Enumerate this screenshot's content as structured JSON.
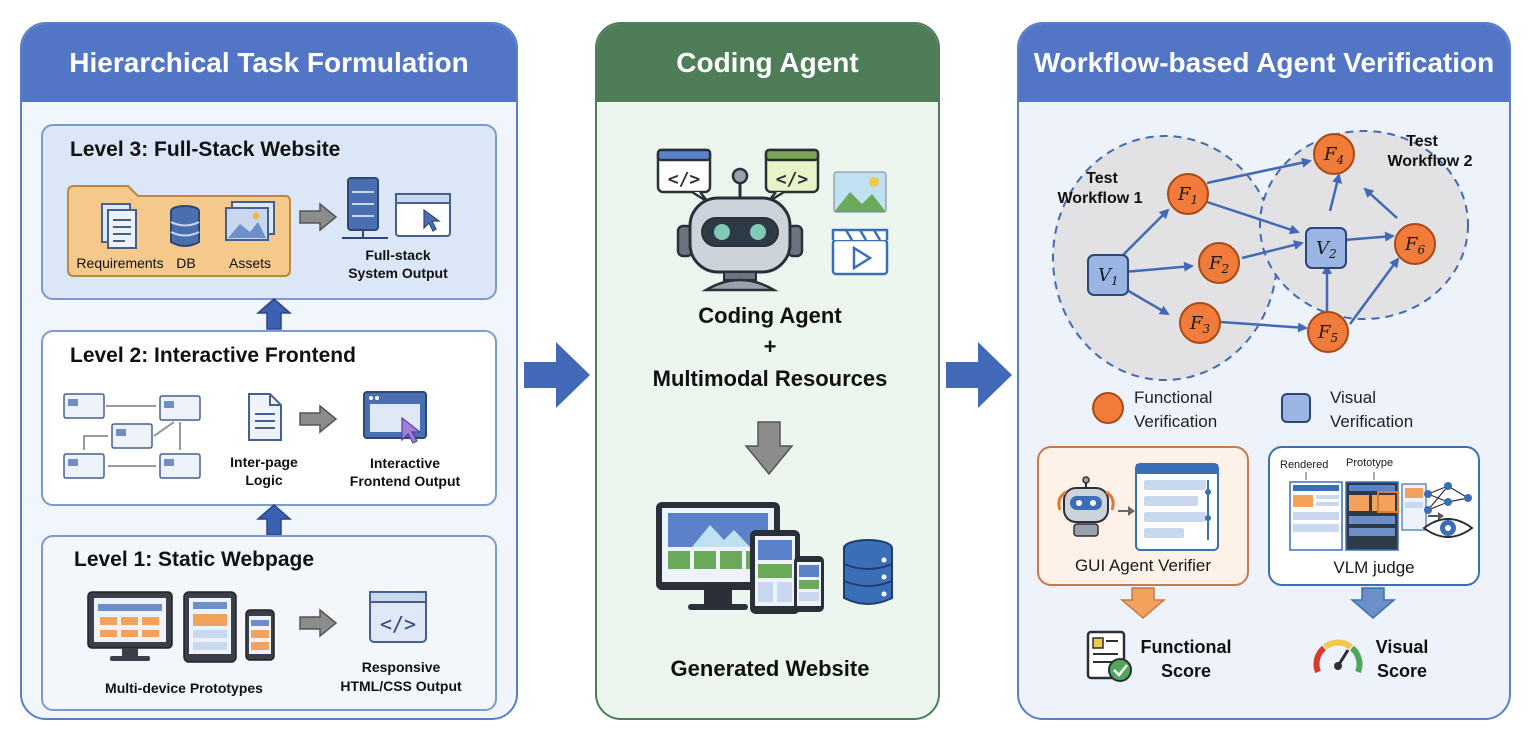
{
  "left_panel": {
    "title": "Hierarchical Task Formulation",
    "level3": {
      "title": "Level 3: Full-Stack Website",
      "inputs": [
        "Requirements",
        "DB",
        "Assets"
      ],
      "output_line1": "Full-stack",
      "output_line2": "System Output"
    },
    "level2": {
      "title": "Level 2: Interactive Frontend",
      "logic_line1": "Inter-page",
      "logic_line2": "Logic",
      "output_line1": "Interactive",
      "output_line2": "Frontend Output"
    },
    "level1": {
      "title": "Level 1: Static Webpage",
      "input": "Multi-device Prototypes",
      "output_line1": "Responsive",
      "output_line2": "HTML/CSS Output"
    }
  },
  "middle_panel": {
    "title": "Coding Agent",
    "agent_label": "Coding Agent",
    "plus": "+",
    "resources_label": "Multimodal Resources",
    "output_label": "Generated Website"
  },
  "right_panel": {
    "title": "Workflow-based Agent Verification",
    "workflow1_line1": "Test",
    "workflow1_line2": "Workflow 1",
    "workflow2_line1": "Test",
    "workflow2_line2": "Workflow 2",
    "legend_functional_line1": "Functional",
    "legend_functional_line2": "Verification",
    "legend_visual_line1": "Visual",
    "legend_visual_line2": "Verification",
    "gui_verifier": "GUI Agent Verifier",
    "rendered": "Rendered",
    "prototype": "Prototype",
    "vlm_judge": "VLM judge",
    "functional_score_line1": "Functional",
    "functional_score_line2": "Score",
    "visual_score_line1": "Visual",
    "visual_score_line2": "Score"
  },
  "colors": {
    "blue_header": "#4f74c4",
    "green_header": "#4e7d58",
    "orange_node": "#f07b3a",
    "blue_node": "#9ab4e4",
    "arrow_blue": "#4169b8"
  }
}
